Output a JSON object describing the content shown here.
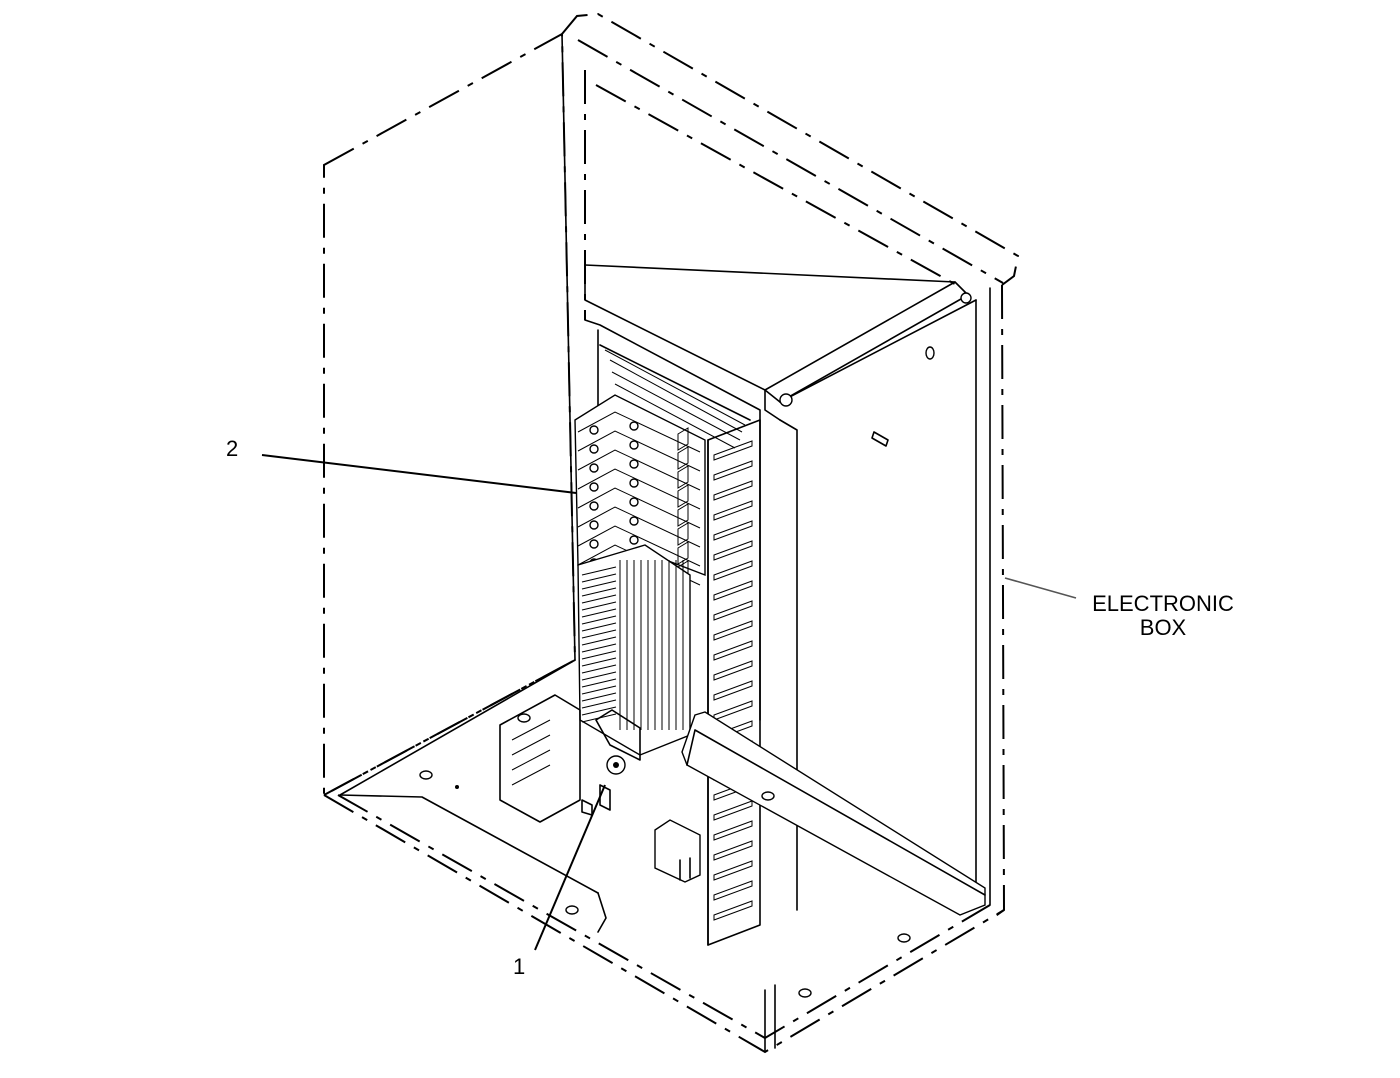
{
  "callouts": {
    "item_2": "2",
    "item_1": "1",
    "box_label_line1": "ELECTRONIC",
    "box_label_line2": "BOX"
  }
}
